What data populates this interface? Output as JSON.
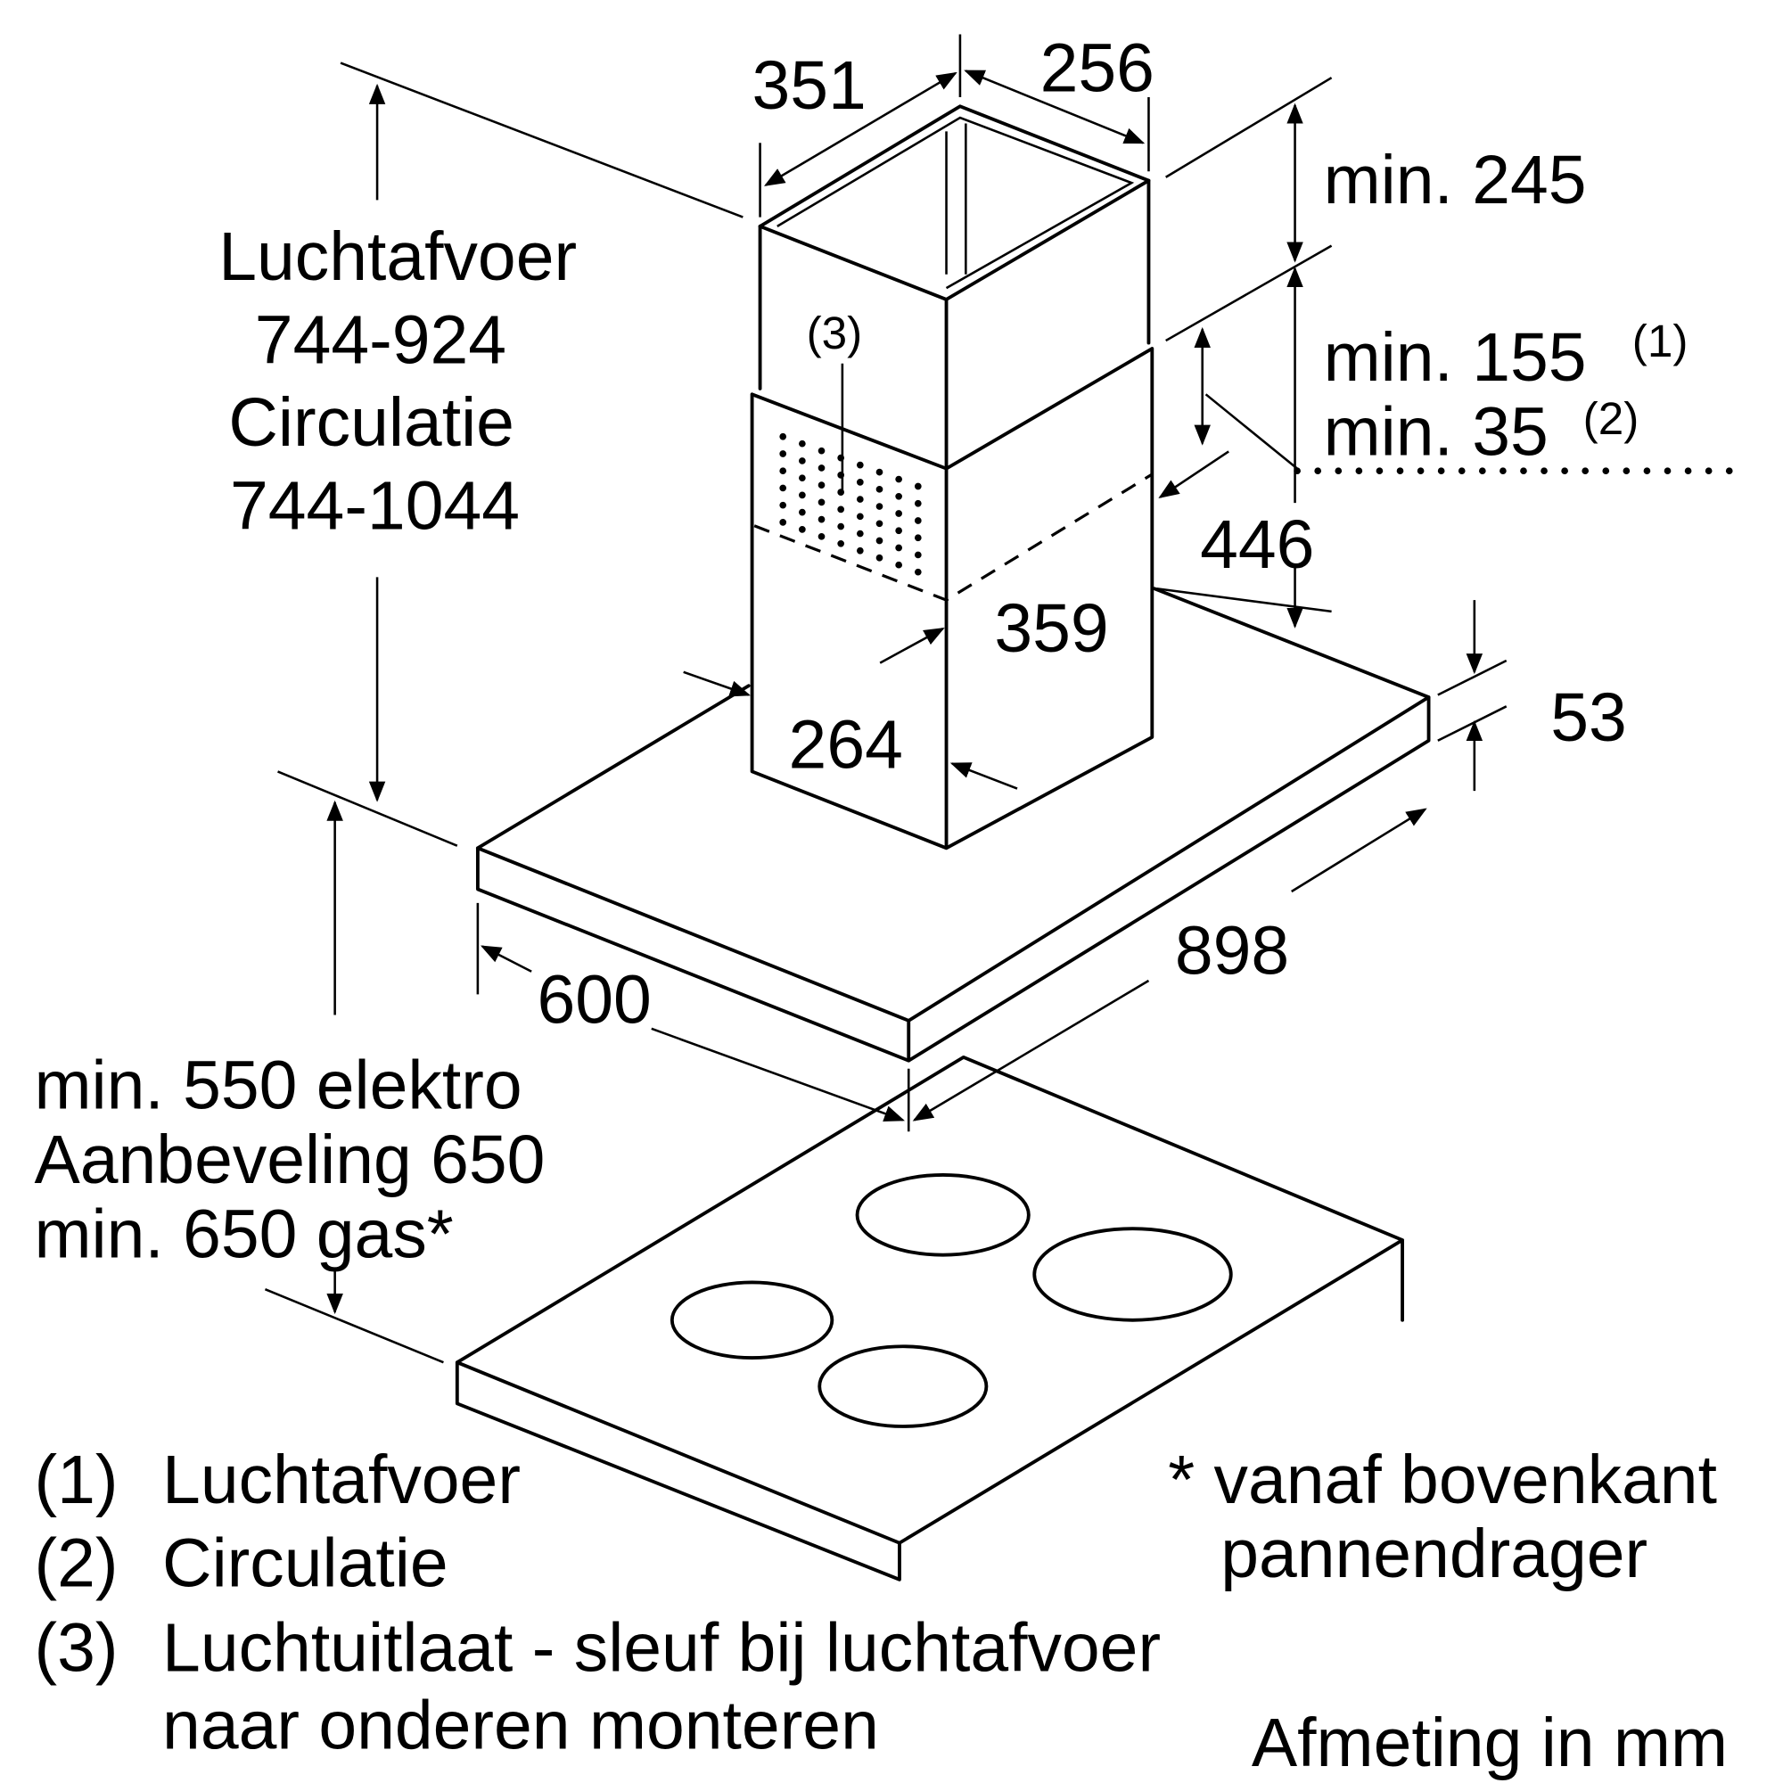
{
  "dimensions": {
    "chimney_depth": "351",
    "chimney_width": "256",
    "min_245": "min. 245",
    "min_155": "min. 155",
    "note_1": "(1)",
    "min_35": "min. 35",
    "note_2": "(2)",
    "d446": "446",
    "d359": "359",
    "d264": "264",
    "d53": "53",
    "d898": "898",
    "d600": "600",
    "slot_marker": "(3)"
  },
  "height_label": {
    "line1": "Luchtafvoer",
    "line2": "744-924",
    "line3": "Circulatie",
    "line4": "744-1044"
  },
  "distance_label": {
    "line1": "min. 550 elektro",
    "line2": "Aanbeveling 650",
    "line3": "min. 650 gas*"
  },
  "legend": [
    {
      "key": "(1)",
      "text": "Luchtafvoer"
    },
    {
      "key": "(2)",
      "text": "Circulatie"
    },
    {
      "key": "(3)",
      "text": "Luchtuitlaat - sleuf bij luchtafvoer",
      "text2": "naar onderen monteren"
    }
  ],
  "footnote": {
    "line1": "* vanaf bovenkant",
    "line2": "pannendrager"
  },
  "unit_note": "Afmeting in mm"
}
